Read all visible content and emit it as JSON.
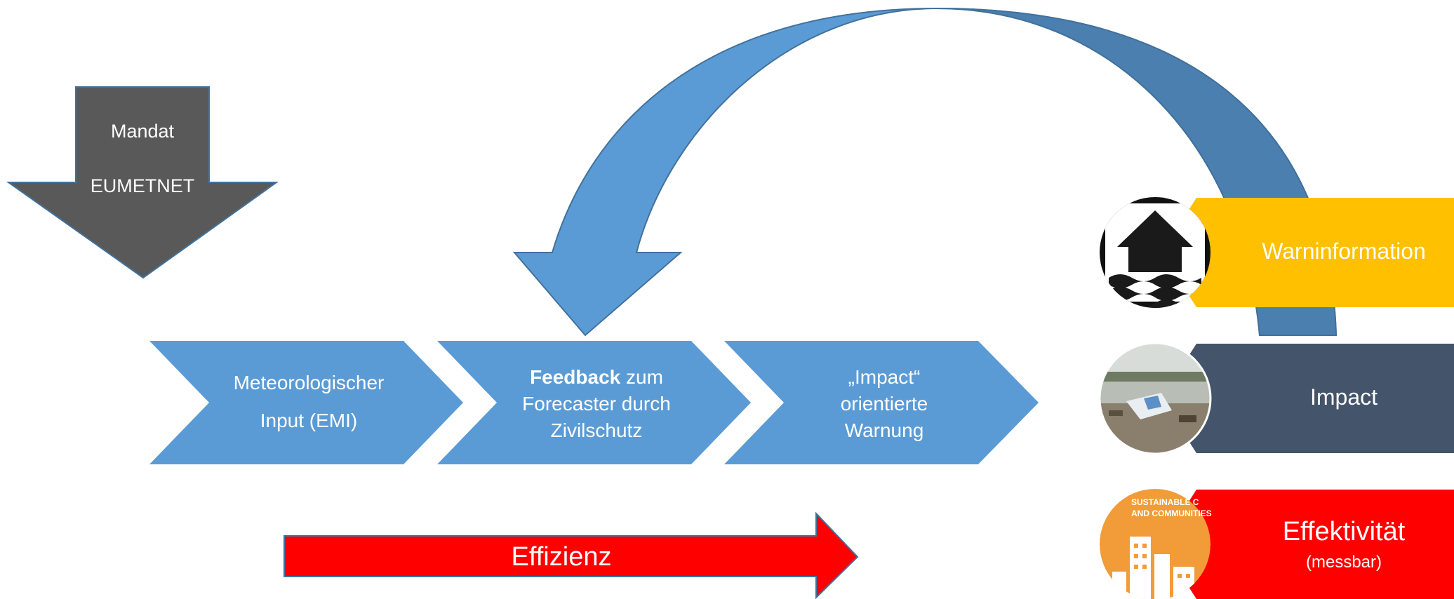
{
  "colors": {
    "chevron_blue": "#5b9bd5",
    "feedback_arrow": "#5b9bd5",
    "feedback_arrow_dark": "#4a7fb0",
    "mandate_arrow": "#595959",
    "efficiency_arrow": "#ff0000",
    "warn_bar": "#ffc000",
    "impact_bar": "#44546a",
    "effect_bar": "#ff0000"
  },
  "mandate": {
    "line1": "Mandat",
    "line2": "EUMETNET"
  },
  "process": [
    {
      "line1": "Meteorologischer",
      "line2": "Input (EMI)"
    },
    {
      "bold": "Feedback",
      "rest": " zum",
      "line2": "Forecaster durch",
      "line3": "Zivilschutz"
    },
    {
      "line1": "„Impact“",
      "line2": "orientierte",
      "line3": "Warnung"
    }
  ],
  "efficiency": {
    "label": "Effizienz"
  },
  "outcomes": {
    "warn": {
      "label": "Warninformation",
      "icon": "flood-house-icon"
    },
    "impact": {
      "label": "Impact",
      "icon": "flood-photo-icon"
    },
    "effect": {
      "label": "Effektivität",
      "sublabel": "(messbar)",
      "icon": "sustainable-cities-icon",
      "badge_line1": "SUSTAINABLE C",
      "badge_line2": "AND COMMUNITIES"
    }
  }
}
